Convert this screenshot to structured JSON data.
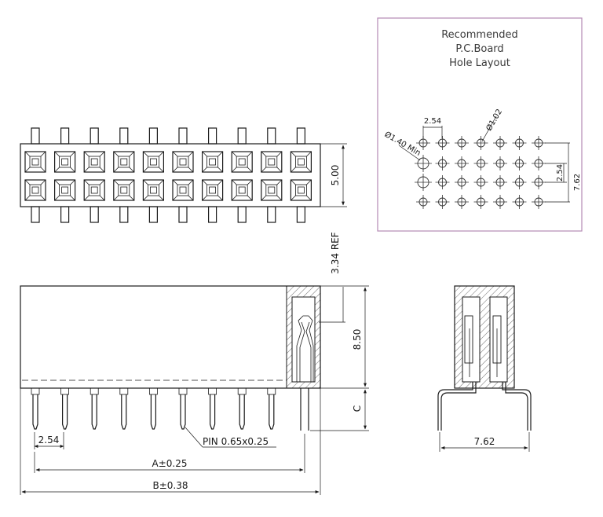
{
  "panel": {
    "title_line1": "Recommended",
    "title_line2": "P.C.Board",
    "title_line3": "Hole  Layout",
    "label_pitch": "2.54",
    "label_hole": "Ø1.02",
    "label_min": "Ø1.40 Min",
    "label_row_pitch": "2.54",
    "label_row_span": "7.62",
    "border_color": "#b58ab5"
  },
  "top_view": {
    "label_height": "5.00",
    "label_ref": "3.34 REF"
  },
  "front_view": {
    "label_body": "8.50",
    "label_c": "C",
    "label_pitch": "2.54",
    "label_pin": "PIN 0.65x0.25",
    "label_a": "A±0.25",
    "label_b": "B±0.38"
  },
  "side_view": {
    "label_width": "7.62"
  }
}
